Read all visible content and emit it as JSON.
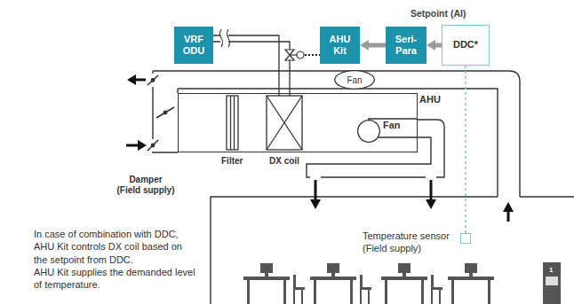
{
  "diagram": {
    "nodes": [
      {
        "text": [
          "VRF ODU"
        ]
      },
      {
        "text": [
          "AHU Kit"
        ]
      },
      {
        "text": [
          "Seri-Para"
        ]
      },
      {
        "text": [
          "DDC*"
        ]
      },
      {
        "text": [
          "Fan"
        ]
      },
      {
        "text": [
          "AHU"
        ]
      },
      {
        "text": [
          "Fan"
        ],
        "in": 5
      },
      {
        "text": [
          "Temperature sensor (Field supply)"
        ]
      }
    ],
    "edges": [
      {
        "from": 3,
        "to": 2,
        "arrow": "to"
      },
      {
        "from": 2,
        "to": 1,
        "arrow": "to"
      },
      {
        "from": 3,
        "to": 7,
        "arrow": "none"
      }
    ],
    "labels": [
      "Setpoint (AI)",
      "Damper (Field supply)",
      "Filter",
      "DX coil",
      "In case of combination with DDC, AHU Kit controls DX coil based on the setpoint from DDC.",
      "AHU Kit supplies the demanded level of temperature.",
      "1"
    ]
  }
}
